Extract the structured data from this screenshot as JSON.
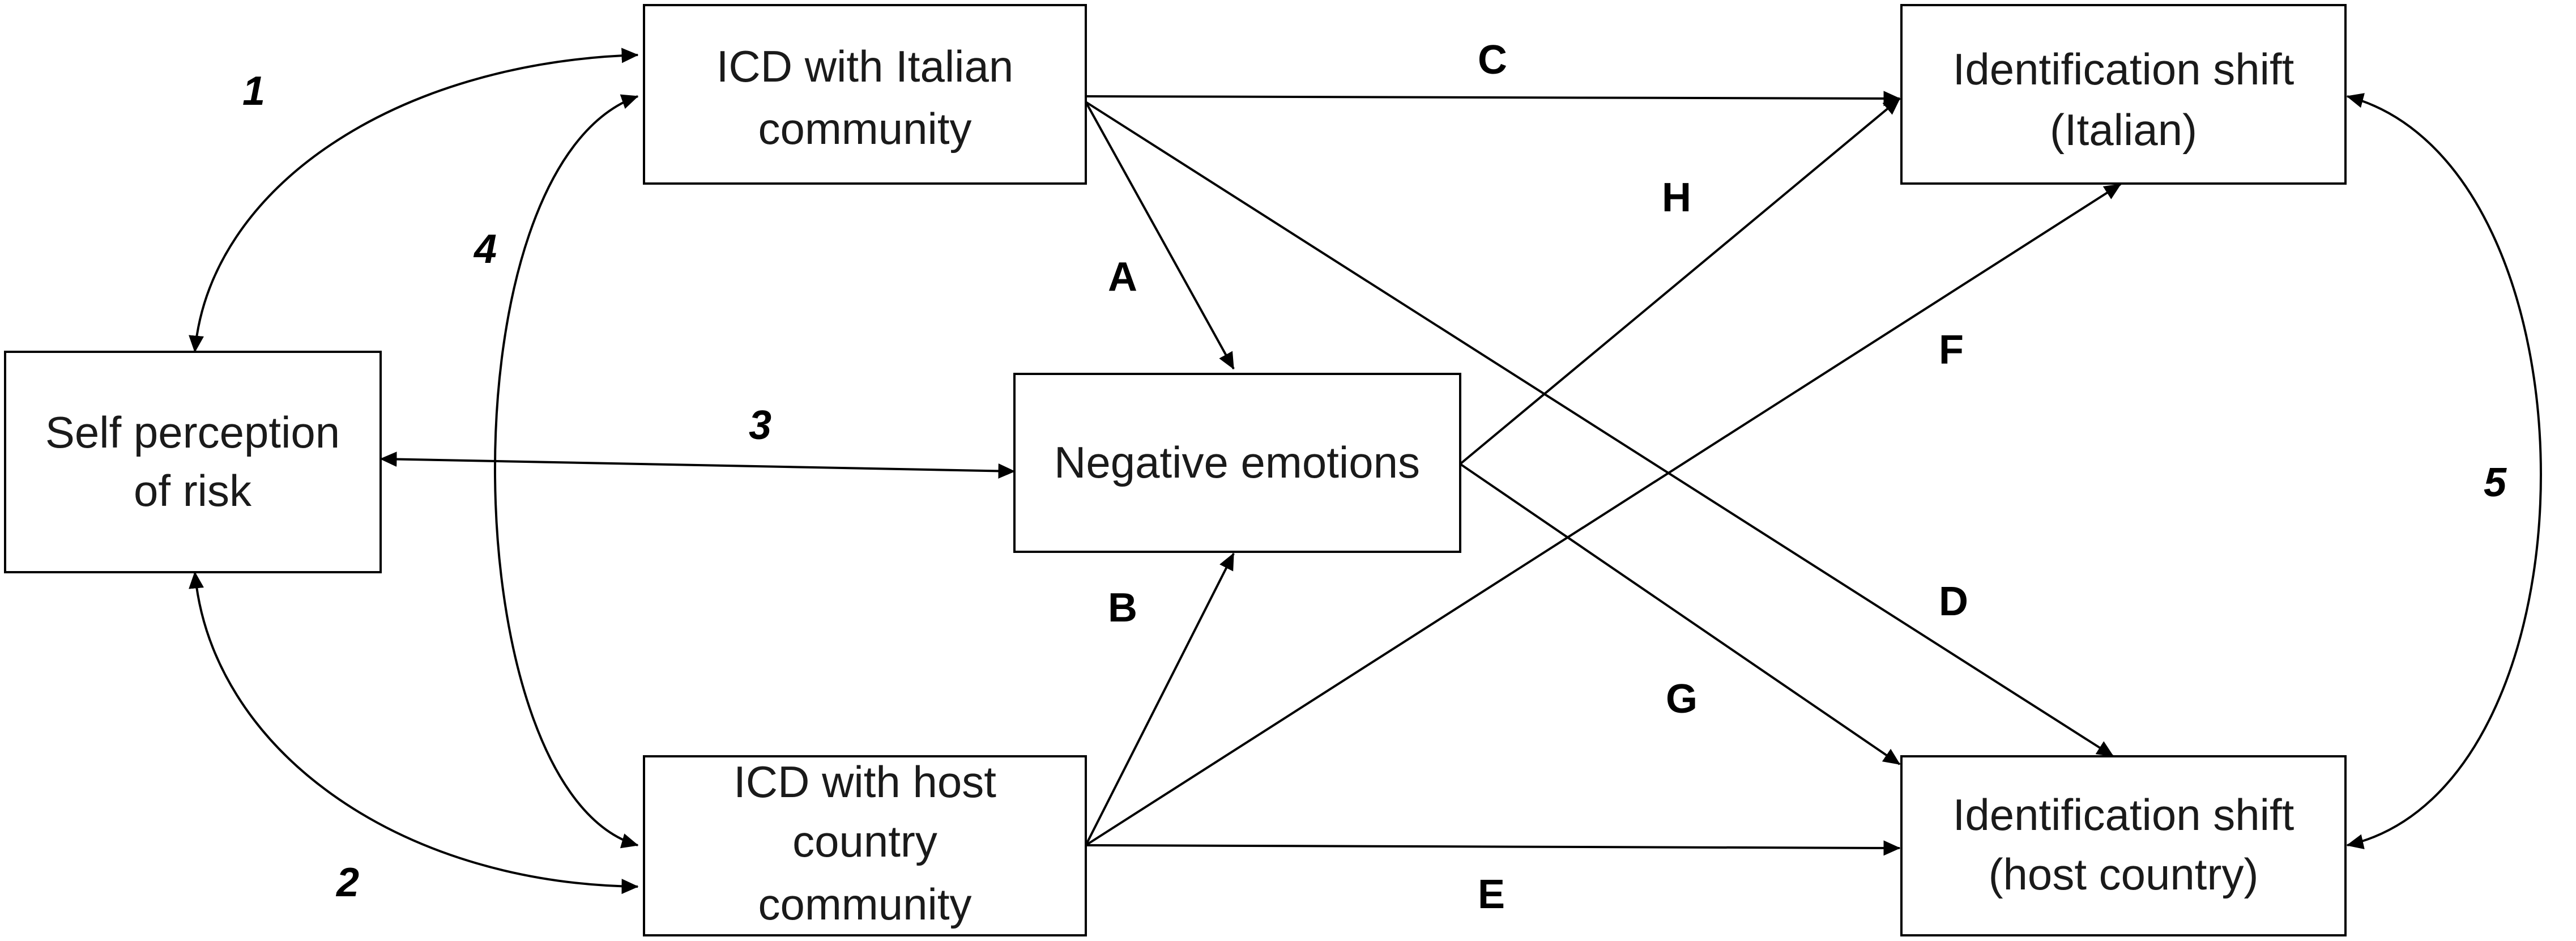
{
  "diagram": {
    "nodes": {
      "risk": [
        "Self perception",
        "of risk"
      ],
      "icd_italian": [
        "ICD with Italian",
        "community"
      ],
      "icd_host": [
        "ICD with host",
        "country",
        "community"
      ],
      "neg": [
        "Negative emotions"
      ],
      "id_italian": [
        "Identification shift",
        "(Italian)"
      ],
      "id_host": [
        "Identification shift",
        "(host country)"
      ]
    },
    "paths": {
      "A": "A",
      "B": "B",
      "C": "C",
      "D": "D",
      "E": "E",
      "F": "F",
      "G": "G",
      "H": "H"
    },
    "covariances": {
      "c1": "1",
      "c2": "2",
      "c3": "3",
      "c4": "4",
      "c5": "5"
    }
  }
}
